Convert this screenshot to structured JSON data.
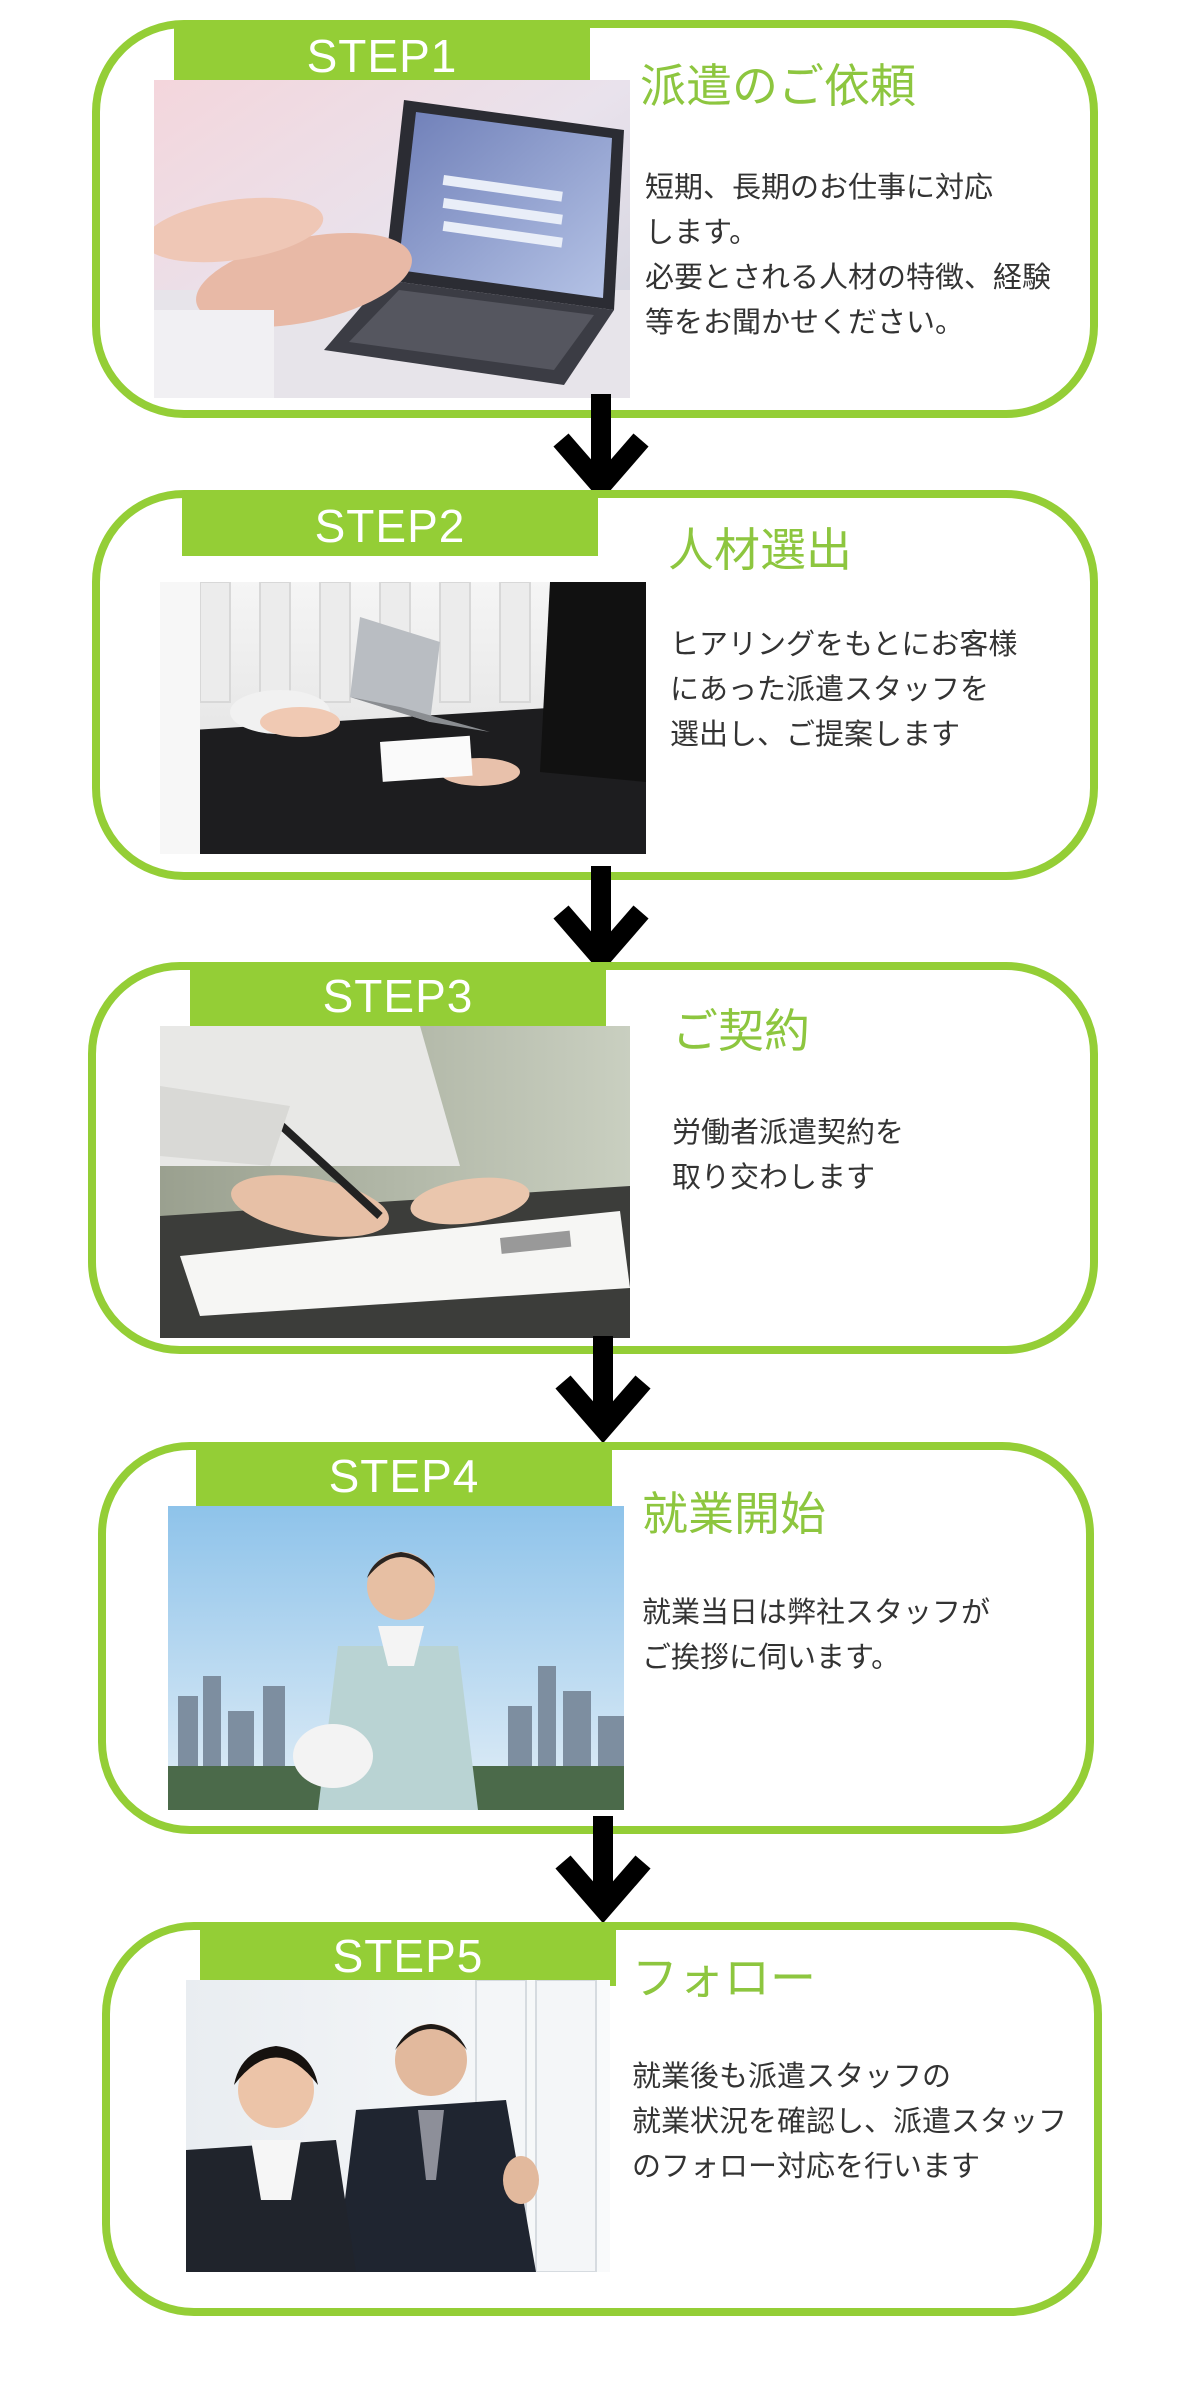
{
  "steps": [
    {
      "label": "STEP1",
      "title": "派遣のご依頼",
      "description": [
        "短期、長期のお仕事に対応",
        "します。",
        "必要とされる人材の特徴、経験",
        "等をお聞かせください。"
      ],
      "photo": "laptop-register-photo"
    },
    {
      "label": "STEP2",
      "title": "人材選出",
      "description": [
        "ヒアリングをもとにお客様",
        "にあった派遣スタッフを",
        "選出し、ご提案します"
      ],
      "photo": "meeting-photo"
    },
    {
      "label": "STEP3",
      "title": "ご契約",
      "description": [
        "労働者派遣契約を",
        "取り交わします"
      ],
      "photo": "signing-contract-photo"
    },
    {
      "label": "STEP4",
      "title": "就業開始",
      "description": [
        "就業当日は弊社スタッフが",
        "ご挨拶に伺います。"
      ],
      "photo": "worker-city-photo"
    },
    {
      "label": "STEP5",
      "title": "フォロー",
      "description": [
        "就業後も派遣スタッフの",
        "就業状況を確認し、派遣スタッフ",
        "のフォロー対応を行います"
      ],
      "photo": "staff-follow-photo"
    }
  ],
  "colors": {
    "accent": "#94ce36",
    "title_text": "#8dc63f",
    "body_text": "#333333",
    "arrow": "#000000"
  },
  "icons": {
    "arrow": "arrow-down-icon"
  }
}
